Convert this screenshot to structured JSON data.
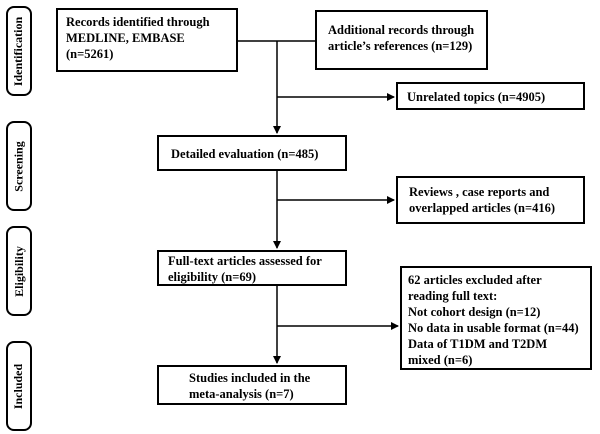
{
  "stages": {
    "identification": "Identification",
    "screening": "Screening",
    "eligibility": "Eligibility",
    "included": "Included"
  },
  "boxes": {
    "records_identified": [
      "Records identified through",
      "MEDLINE, EMBASE",
      "(n=5261)"
    ],
    "additional_records": [
      "Additional records through",
      "article’s references (n=129)"
    ],
    "unrelated": [
      "Unrelated topics (n=4905)"
    ],
    "detailed_evaluation": [
      "Detailed evaluation (n=485)"
    ],
    "reviews": [
      "Reviews , case reports and",
      "overlapped articles (n=416)"
    ],
    "full_text": [
      "Full-text articles assessed for",
      "eligibility (n=69)"
    ],
    "excluded": [
      "62 articles excluded after",
      "reading full text:",
      "Not cohort design (n=12)",
      "No data in usable format (n=44)",
      "Data of T1DM and T2DM",
      "mixed (n=6)"
    ],
    "included_studies": [
      "Studies included in the",
      "meta-analysis (n=7)"
    ]
  }
}
